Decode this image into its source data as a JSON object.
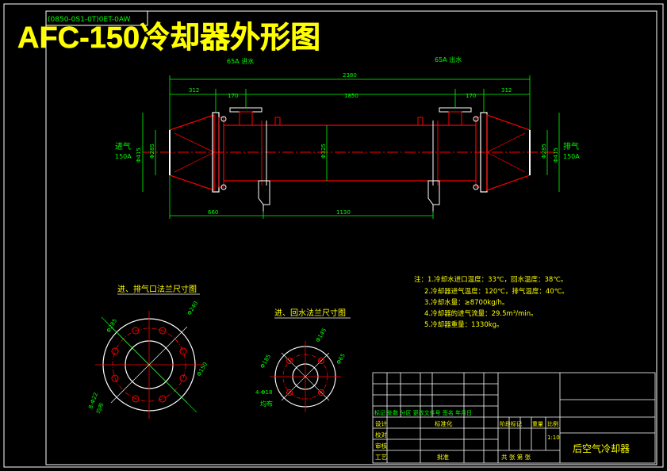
{
  "title": "AFC-150冷却器外形图",
  "code_box": "(0850-0S1-0T)0ET-0AW",
  "labels": {
    "water_in": "65A 进水",
    "water_out": "65A 出水",
    "gas_in": "进气",
    "gas_in_size": "150A",
    "gas_out": "排气",
    "gas_out_size": "150A",
    "anchor_holes": "4-Φ18",
    "holes_note": "均布",
    "holes_note_big": "均布",
    "holes_big": "8-Φ22"
  },
  "dims": {
    "total": "2380",
    "left_end": "312",
    "right_end": "312",
    "nozzle_left": "170",
    "nozzle_span": "1850",
    "nozzle_right": "170",
    "shell_dia": "Φ325",
    "flange_left": "Φ415",
    "flange_left2": "Φ285",
    "flange_right": "Φ415",
    "flange_right2": "Φ285",
    "support_left": "660",
    "support_span": "1130"
  },
  "gas_flange": {
    "title": "进、排气口法兰尺寸图",
    "d1": "Φ285",
    "d2": "Φ240",
    "d3": "Φ150"
  },
  "water_flange": {
    "title": "进、回水法兰尺寸图",
    "d1": "Φ185",
    "d2": "Φ145",
    "d3": "Φ65"
  },
  "notes": [
    "注：1.冷却水进口温度：33℃，回水温度：38℃。",
    "2.冷却器进气温度：120℃，排气温度：40℃。",
    "3.冷却水量：≥8700kg/h。",
    "4.冷却器的进气流量：29.5m³/min。",
    "5.冷却器重量：1330kg。"
  ],
  "title_block": {
    "row1": "标记  处数  分区  更改文件号  签名  年月日",
    "design": "设计",
    "check": "校对",
    "review": "审核",
    "process": "工艺",
    "standard": "标准化",
    "approve": "批准",
    "stage": "阶段标记",
    "weight": "重量",
    "scale": "比例",
    "scale_val": "1:10",
    "sheets": "共  张  第  张",
    "name": "后空气冷却器"
  },
  "colors": {
    "frame": "#ffffff",
    "lines": "#ff0000",
    "dims": "#00ff00",
    "text": "#ffff00",
    "center": "#ff0000"
  }
}
